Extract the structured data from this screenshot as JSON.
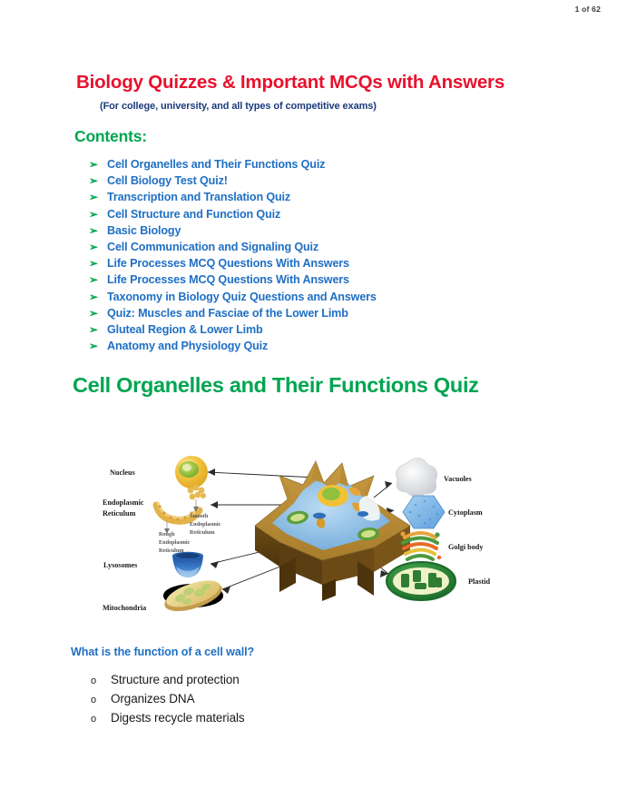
{
  "page": {
    "counter": "1 of 62"
  },
  "document": {
    "title": "Biology Quizzes & Important MCQs with Answers",
    "subtitle": "(For college, university, and all types of competitive exams)",
    "contents_heading": "Contents:",
    "contents": [
      {
        "bullet": "➢",
        "label": "Cell Organelles and Their Functions Quiz"
      },
      {
        "bullet": "➢",
        "label": "Cell Biology Test Quiz!"
      },
      {
        "bullet": "➢",
        "label": "Transcription and Translation Quiz"
      },
      {
        "bullet": "➢",
        "label": "Cell Structure and Function Quiz"
      },
      {
        "bullet": "➢",
        "label": "Basic Biology"
      },
      {
        "bullet": "➢",
        "label": "Cell Communication and Signaling Quiz"
      },
      {
        "bullet": "➢",
        "label": "Life Processes MCQ Questions With Answers"
      },
      {
        "bullet": "➢",
        "label": "Life Processes MCQ Questions With Answers"
      },
      {
        "bullet": "➢",
        "label": "Taxonomy in Biology Quiz Questions and Answers"
      },
      {
        "bullet": "➢",
        "label": "Quiz: Muscles and Fasciae of the Lower Limb"
      },
      {
        "bullet": "➢",
        "label": "Gluteal Region & Lower Limb"
      },
      {
        "bullet": "➢",
        "label": "Anatomy and Physiology Quiz"
      }
    ],
    "section_heading": "Cell Organelles and Their Functions Quiz"
  },
  "figure": {
    "labels_left": [
      "Nucleus",
      "Endoplasmic",
      "Reticulum",
      "Lysosomes",
      "Mitochondria"
    ],
    "labels_inner": [
      "Smooth",
      "Endoplasmic",
      "Reticulum",
      "Rough",
      "Endoplasmic",
      "Reticulum"
    ],
    "labels_right": [
      "Vacuoles",
      "Cytoplasm",
      "Golgi body",
      "Plastid"
    ]
  },
  "quiz": {
    "question": "What is the function of a cell wall?",
    "options": [
      {
        "bullet": "o",
        "label": "Structure and protection"
      },
      {
        "bullet": "o",
        "label": "Organizes DNA"
      },
      {
        "bullet": "o",
        "label": "Digests recycle materials"
      }
    ]
  },
  "colors": {
    "title_red": "#e8112d",
    "subtitle_navy": "#1b3b7d",
    "heading_green": "#00a550",
    "link_blue": "#1f6fc4",
    "body_black": "#1a1a1a",
    "cell_wall_brown": "#8a6a2a",
    "cytoplasm_blue": "#7fb3e0"
  }
}
